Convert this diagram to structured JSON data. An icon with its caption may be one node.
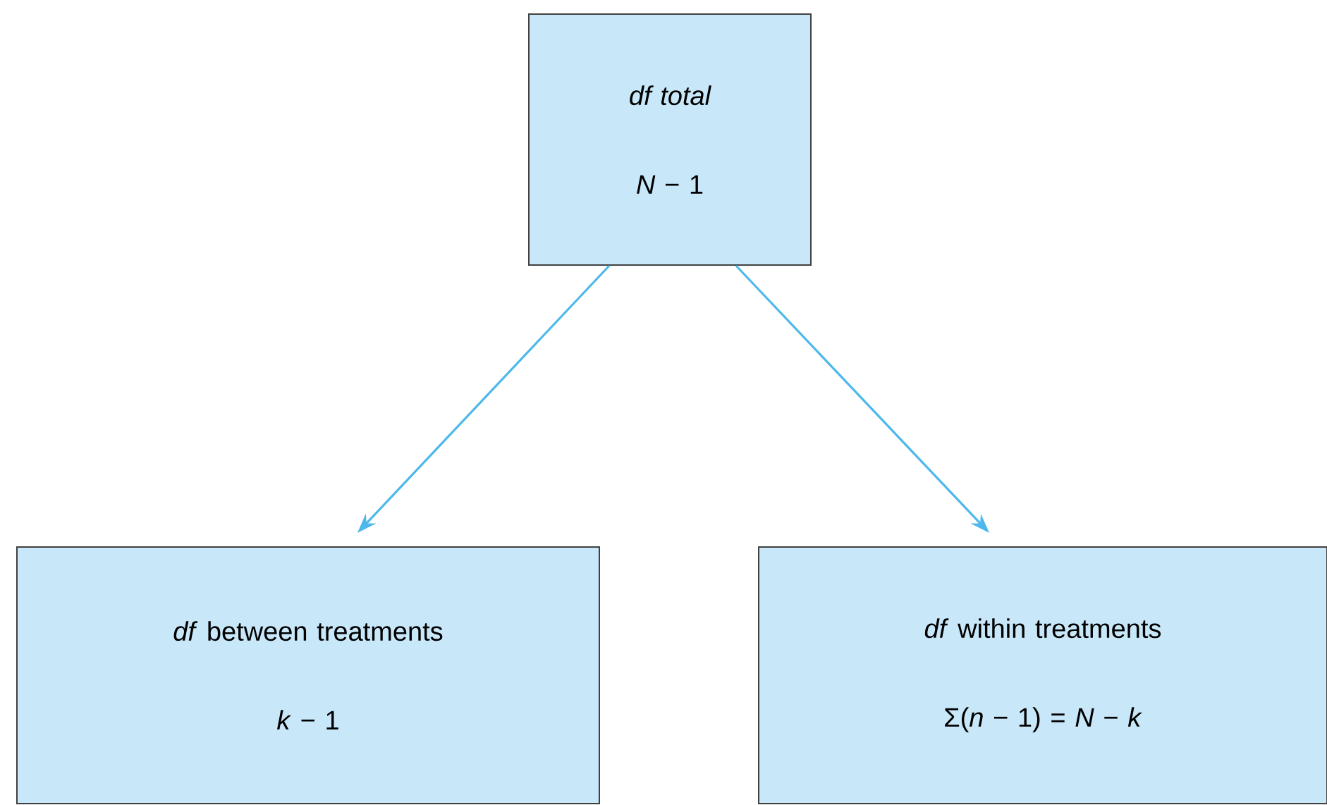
{
  "diagram": {
    "nodes": [
      {
        "text": [
          "df total",
          "*N* − 1"
        ]
      },
      {
        "text": [
          "*df* between treatments",
          "*k* − 1"
        ]
      },
      {
        "text": [
          "*df* within treatments",
          "Σ(*n* − 1) = *N* − *k*"
        ]
      }
    ],
    "edges": [
      {
        "from": 0,
        "to": 1,
        "arrow": "to"
      },
      {
        "from": 0,
        "to": 2,
        "arrow": "to"
      }
    ]
  }
}
